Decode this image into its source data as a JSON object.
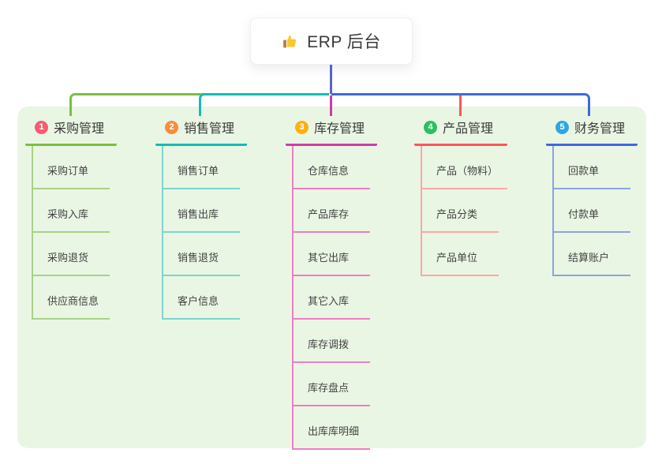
{
  "root": {
    "label": "ERP 后台",
    "icon": "thumbs-up-icon"
  },
  "colors": {
    "page_bg": "#FFFFFF",
    "panel_bg": "#EAF6E4",
    "root_connector": "#5865C9",
    "root_text": "#3A3A3A",
    "thumb_yellow": "#F8C82C",
    "thumb_cuff": "#C07F2E"
  },
  "branches": [
    {
      "slug": "purchase",
      "number": "1",
      "title": "采购管理",
      "badge_color": "#F75C72",
      "line_color": "#7CBE41",
      "leaf_line_color": "#A8D187",
      "children": [
        "采购订单",
        "采购入库",
        "采购退货",
        "供应商信息"
      ]
    },
    {
      "slug": "sales",
      "number": "2",
      "title": "销售管理",
      "badge_color": "#FB8B3C",
      "line_color": "#14BCB4",
      "leaf_line_color": "#7CD5CD",
      "children": [
        "销售订单",
        "销售出库",
        "销售退货",
        "客户信息"
      ]
    },
    {
      "slug": "inventory",
      "number": "3",
      "title": "库存管理",
      "badge_color": "#FFB00E",
      "line_color": "#CE3DA3",
      "leaf_line_color": "#EC7EC6",
      "children": [
        "仓库信息",
        "产品库存",
        "其它出库",
        "其它入库",
        "库存调拨",
        "库存盘点",
        "出库库明细"
      ]
    },
    {
      "slug": "product",
      "number": "4",
      "title": "产品管理",
      "badge_color": "#2EBE62",
      "line_color": "#F9585A",
      "leaf_line_color": "#FBA7A5",
      "children": [
        "产品（物料）",
        "产品分类",
        "产品单位"
      ]
    },
    {
      "slug": "finance",
      "number": "5",
      "title": "财务管理",
      "badge_color": "#2EA7E0",
      "line_color": "#3E68DF",
      "leaf_line_color": "#8CA3DC",
      "children": [
        "回款单",
        "付款单",
        "结算账户"
      ]
    }
  ]
}
